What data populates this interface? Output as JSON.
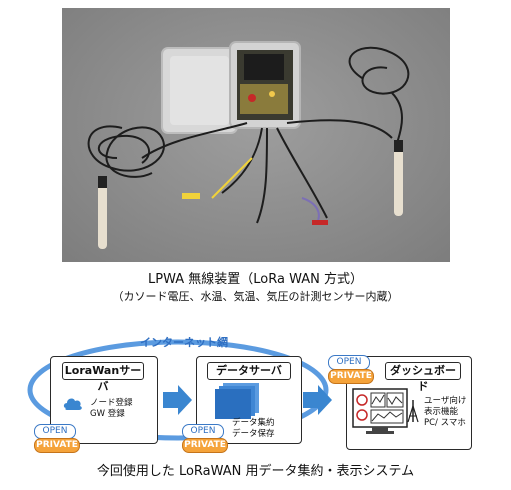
{
  "photo": {
    "caption_title": "LPWA 無線装置（LoRa WAN 方式）",
    "caption_sub": "（カソード電圧、水温、気温、気圧の計測センサー内蔵）"
  },
  "diagram": {
    "network_label": "インターネット網",
    "lorawan_server": {
      "title": "LoraWanサーバ",
      "lines": [
        "ノード登録",
        "GW 登録"
      ]
    },
    "data_server": {
      "title": "データサーバ",
      "lines": [
        "データ集約",
        "データ保存"
      ]
    },
    "dashboard": {
      "title": "ダッシュボード",
      "lines": [
        "ユーザ向け",
        "表示機能",
        "PC/ スマホ"
      ]
    },
    "badge_open": "OPEN",
    "badge_private": "PRIVATE"
  },
  "system_caption": "今回使用した LoRaWAN 用データ集約・表示システム",
  "colors": {
    "network": "#4a90d9",
    "arrow": "#3a86d0",
    "private": "#f5a33a",
    "open_border": "#3b79c6"
  }
}
